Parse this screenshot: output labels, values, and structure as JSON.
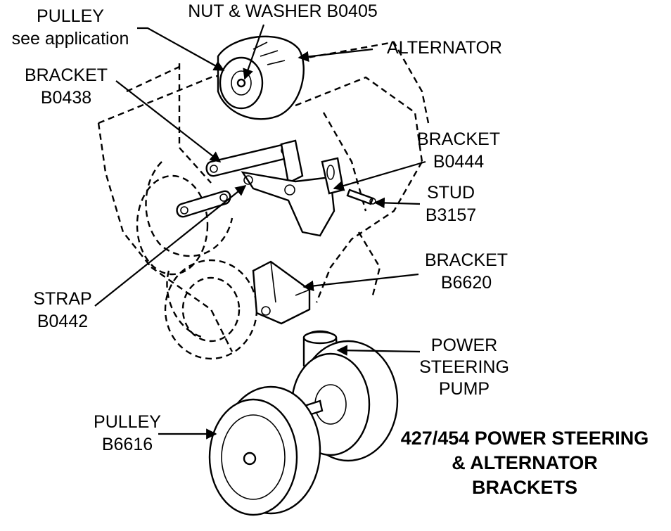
{
  "labels": {
    "pulley_top": "PULLEY",
    "pulley_top_note": "see application",
    "nut_washer": "NUT & WASHER B0405",
    "alternator": "ALTERNATOR",
    "bracket_b0438_name": "BRACKET",
    "bracket_b0438_code": "B0438",
    "bracket_b0444_name": "BRACKET",
    "bracket_b0444_code": "B0444",
    "stud_name": "STUD",
    "stud_code": "B3157",
    "bracket_b6620_name": "BRACKET",
    "bracket_b6620_code": "B6620",
    "strap_name": "STRAP",
    "strap_code": "B0442",
    "pump_line1": "POWER",
    "pump_line2": "STEERING",
    "pump_line3": "PUMP",
    "pulley_bottom_name": "PULLEY",
    "pulley_bottom_code": "B6616"
  },
  "title": {
    "line1": "427/454 POWER STEERING",
    "line2": "& ALTERNATOR",
    "line3": "BRACKETS"
  }
}
